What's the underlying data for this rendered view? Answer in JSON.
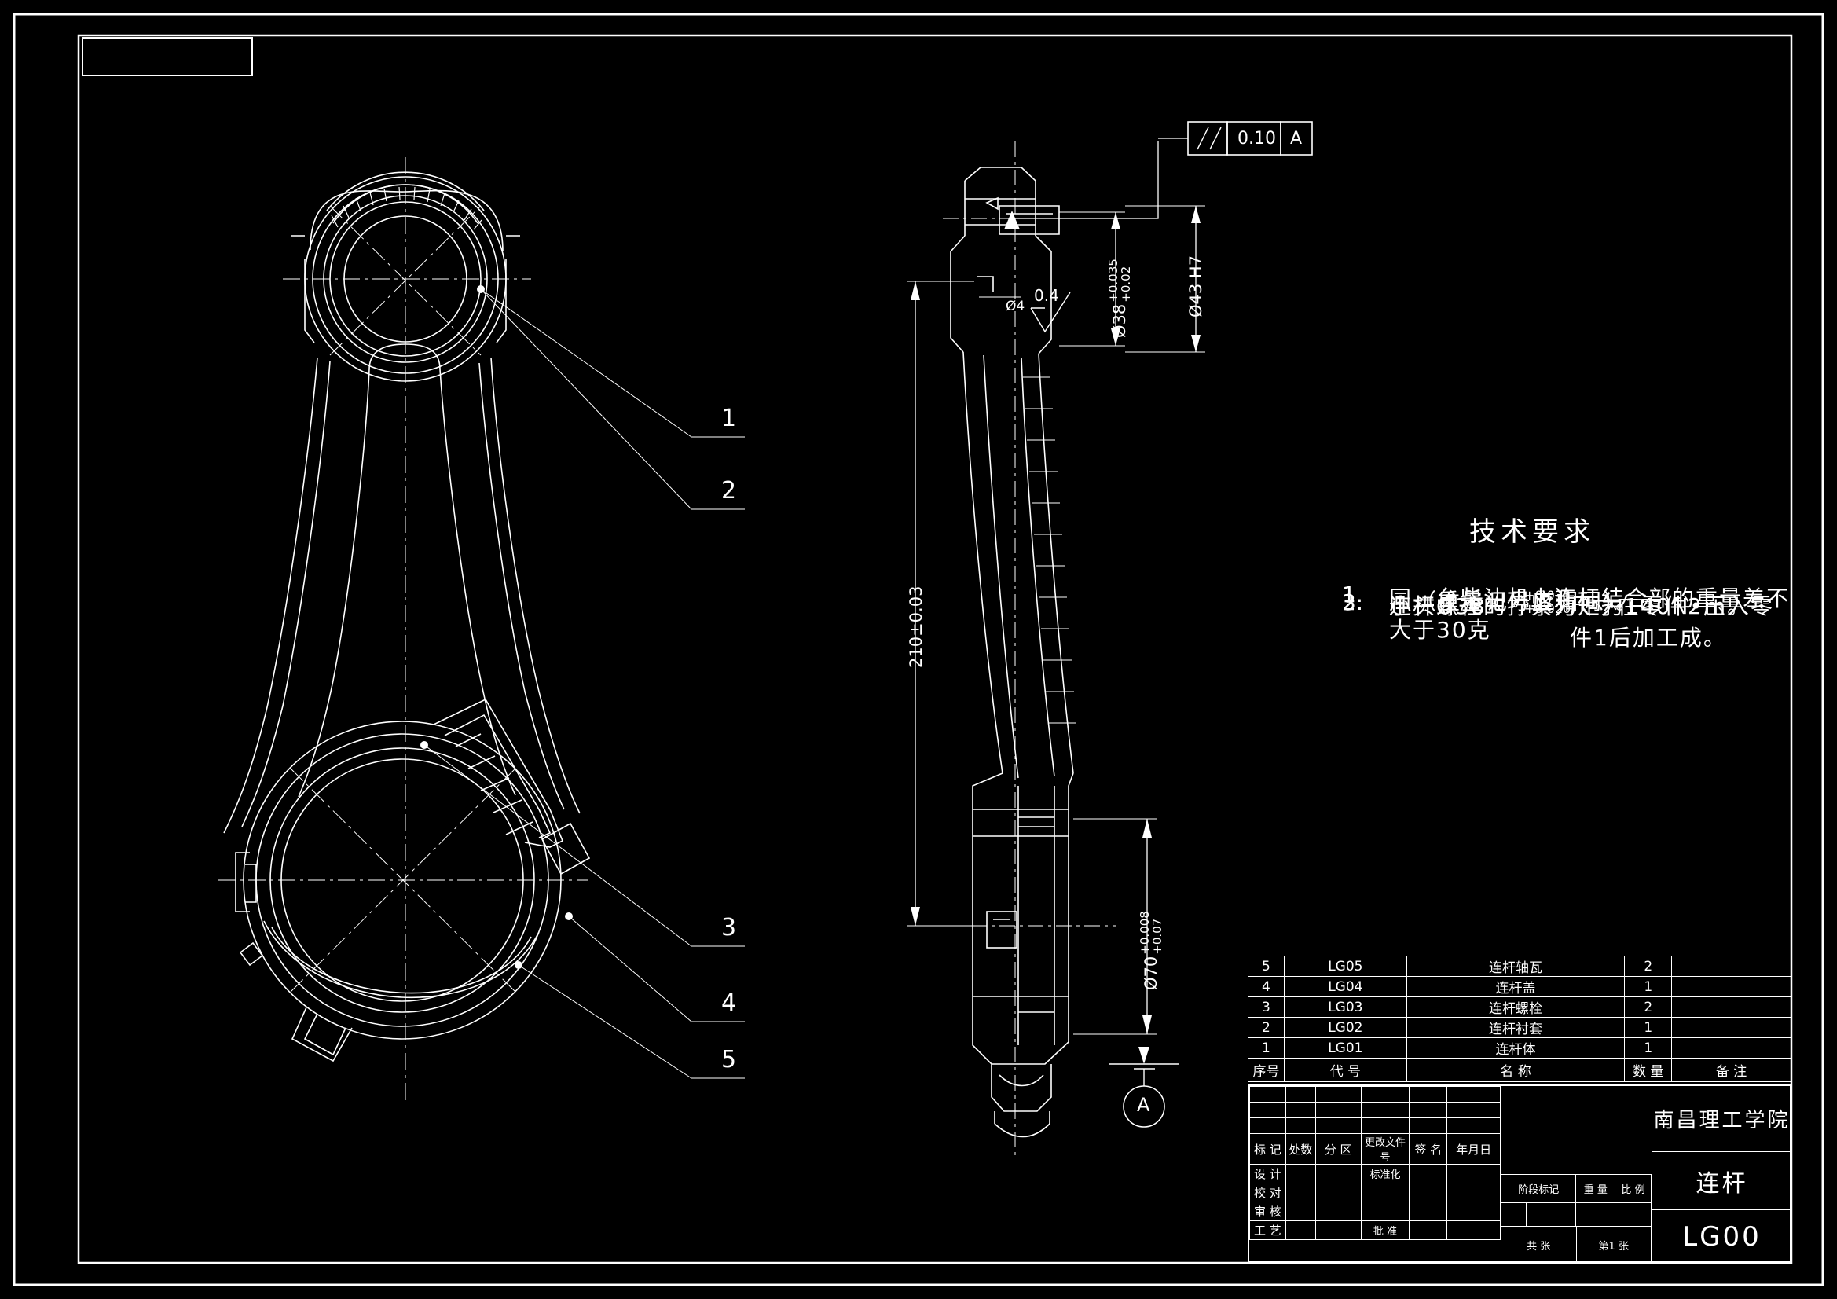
{
  "drawing": {
    "title_cn": "连杆",
    "drawing_code": "LG00",
    "institution": "南昌理工学院"
  },
  "tech_notes": {
    "heading": "技术要求",
    "items": [
      {
        "num": "1.",
        "line1": "同—台柴油机上连杆结合部的重量差不大于30克",
        "line2": "（重量记号应相同）。"
      },
      {
        "num": "2.",
        "line1": "连杆螺栓的拧紧力矩为140N•m。",
        "line2": ""
      },
      {
        "num": "3.",
        "pre": "小头Ø38",
        "tol_up": "+0.035",
        "tol_lo": "+0.020",
        "post": "尺寸在零件2压入零件1后加工成。"
      }
    ]
  },
  "dimensions": {
    "gdt_symbol": "//",
    "gdt_value": "0.10",
    "gdt_datum": "A",
    "bore_small": "Ø38",
    "bore_small_tol_up": "+0.035",
    "bore_small_tol_lo": "+0.02",
    "bore_small_outer": "Ø43 H7",
    "center_distance": "210±0.03",
    "bore_big": "Ø70",
    "bore_big_tol_up": "+0.008",
    "bore_big_tol_lo": "+0.07",
    "roughness": "0.4",
    "chamfer": "Ø4",
    "datum_label": "A"
  },
  "balloons": [
    "1",
    "2",
    "3",
    "4",
    "5"
  ],
  "bom": {
    "header": [
      "序号",
      "代  号",
      "名          称",
      "数 量",
      "备      注"
    ],
    "rows": [
      {
        "no": "5",
        "code": "LG05",
        "name": "连杆轴瓦",
        "qty": "2",
        "remark": ""
      },
      {
        "no": "4",
        "code": "LG04",
        "name": "连杆盖",
        "qty": "1",
        "remark": ""
      },
      {
        "no": "3",
        "code": "LG03",
        "name": "连杆螺栓",
        "qty": "2",
        "remark": ""
      },
      {
        "no": "2",
        "code": "LG02",
        "name": "连杆衬套",
        "qty": "1",
        "remark": ""
      },
      {
        "no": "1",
        "code": "LG01",
        "name": "连杆体",
        "qty": "1",
        "remark": ""
      }
    ]
  },
  "title_block": {
    "rev_header": [
      "标 记",
      "处数",
      "分 区",
      "更改文件号",
      "签 名",
      "年月日"
    ],
    "roles": [
      "设 计",
      "校 对",
      "审 核",
      "工 艺"
    ],
    "standardize": "标准化",
    "approve": "批   准",
    "stage_mark": "阶段标记",
    "weight": "重  量",
    "scale": "比  例",
    "sheets_total": "共   张",
    "sheet_no": "第1  张"
  }
}
